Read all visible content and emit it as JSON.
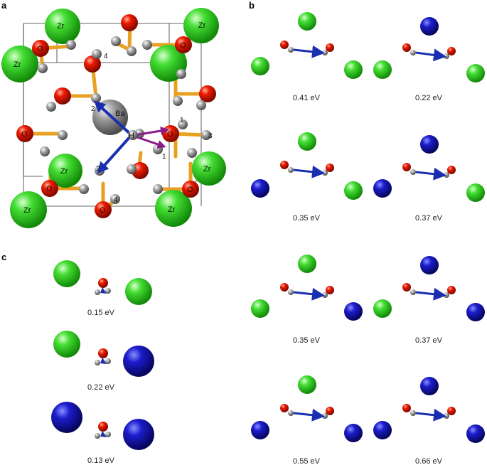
{
  "panels": {
    "a": "a",
    "b": "b",
    "c": "c"
  },
  "structure": {
    "zr_label": "Zr",
    "o_label": "O",
    "ba_label": "Ba",
    "h_label": "H",
    "site_numbers": [
      "1",
      "1",
      "2",
      "2",
      "3",
      "4",
      "4"
    ]
  },
  "panel_b": {
    "energies": [
      "0.41 eV",
      "0.22 eV",
      "0.35 eV",
      "0.37 eV",
      "0.35 eV",
      "0.37 eV",
      "0.55 eV",
      "0.66 eV"
    ]
  },
  "panel_c": {
    "energies": [
      "0.15 eV",
      "0.22 eV",
      "0.13 eV"
    ]
  },
  "colors": {
    "zr": "#33cc22",
    "ba_site": "#1111bb",
    "oxygen": "#dd1100",
    "hydrogen": "#8a8a8a",
    "ba_atom": "#8c8c8c",
    "bond": "#e8a020",
    "arrow": "#1a2fb0",
    "purple_arrow": "#8a1a8a"
  }
}
